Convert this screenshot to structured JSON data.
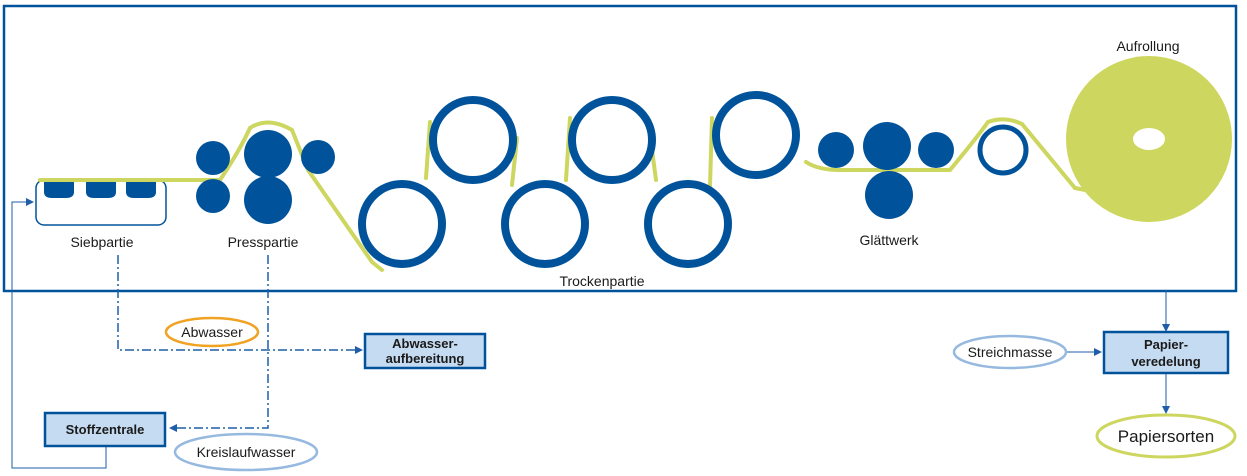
{
  "colors": {
    "blue": "#00539b",
    "green": "#cdd65e",
    "orange": "#f0a322",
    "light_blue": "#96b9df",
    "box_fill": "#c5dbf2",
    "arrow": "#1f5ea8"
  },
  "sections": {
    "siebpartie": "Siebpartie",
    "presspartie": "Presspartie",
    "trockenpartie": "Trockenpartie",
    "glaettwerk": "Glättwerk",
    "aufrollung": "Aufrollung"
  },
  "boxes": {
    "abwasser_line1": "Abwasser-",
    "abwasser_line2": "aufbereitung",
    "stoffzentrale": "Stoffzentrale",
    "papier_line1": "Papier-",
    "papier_line2": "veredelung"
  },
  "ovals": {
    "abwasser": "Abwasser",
    "kreislaufwasser": "Kreislaufwasser",
    "streichmasse": "Streichmasse",
    "papiersorten": "Papiersorten"
  }
}
